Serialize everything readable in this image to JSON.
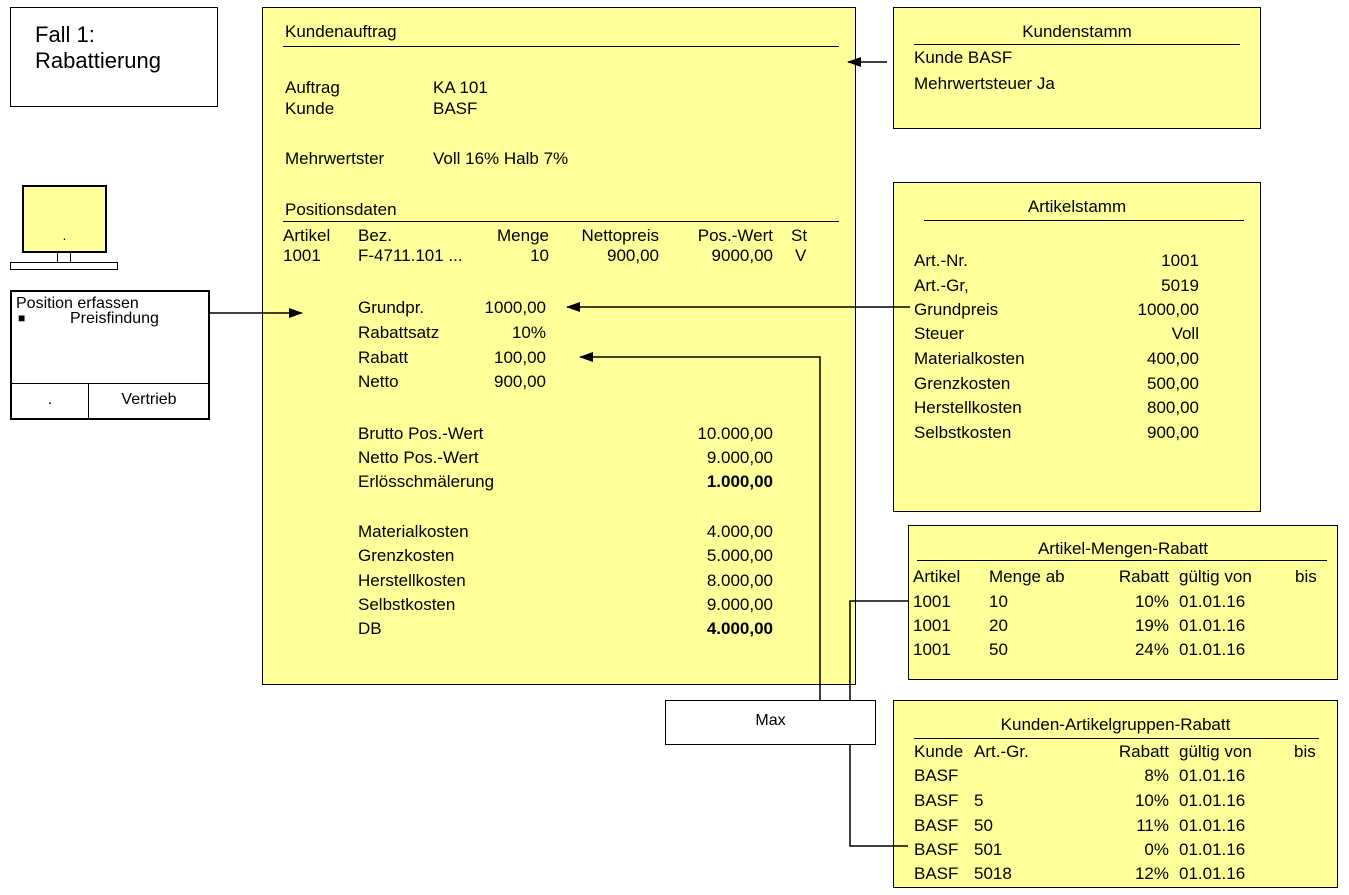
{
  "fall": {
    "line1": "Fall 1:",
    "line2": "Rabattierung"
  },
  "auftrag": {
    "title": "Kundenauftrag",
    "auftrag_label": "Auftrag",
    "auftrag_value": "KA 101",
    "kunde_label": "Kunde",
    "kunde_value": "BASF",
    "mwst_label": "Mehrwertster",
    "mwst_value": "Voll 16% Halb 7%",
    "pos_title": "Positionsdaten",
    "pos_headers": [
      "Artikel",
      "Bez.",
      "Menge",
      "Nettopreis",
      "Pos.-Wert",
      "St"
    ],
    "pos_row": [
      "1001",
      "F-4711.101 ...",
      "10",
      "900,00",
      "9000,00",
      "V"
    ],
    "calc": [
      {
        "label": "Grundpr.",
        "value": "1000,00"
      },
      {
        "label": "Rabattsatz",
        "value": "10%"
      },
      {
        "label": "Rabatt",
        "value": "100,00"
      },
      {
        "label": "Netto",
        "value": "900,00"
      }
    ],
    "sums": [
      {
        "label": "Brutto Pos.-Wert",
        "value": "10.000,00"
      },
      {
        "label": "Netto Pos.-Wert",
        "value": "9.000,00"
      },
      {
        "label": "Erlösschmälerung",
        "value": "1.000,00"
      }
    ],
    "costs": [
      {
        "label": "Materialkosten",
        "value": "4.000,00"
      },
      {
        "label": "Grenzkosten",
        "value": "5.000,00"
      },
      {
        "label": "Herstellkosten",
        "value": "8.000,00"
      },
      {
        "label": "Selbstkosten",
        "value": "9.000,00"
      },
      {
        "label": "DB",
        "value": "4.000,00"
      }
    ]
  },
  "kundenstamm": {
    "title": "Kundenstamm",
    "line1": "Kunde BASF",
    "line2": "Mehrwertsteuer Ja"
  },
  "artikelstamm": {
    "title": "Artikelstamm",
    "rows": [
      {
        "label": "Art.-Nr.",
        "value": "1001"
      },
      {
        "label": "Art.-Gr,",
        "value": "5019"
      },
      {
        "label": "Grundpreis",
        "value": "1000,00"
      },
      {
        "label": "Steuer",
        "value": "Voll"
      },
      {
        "label": "Materialkosten",
        "value": "400,00"
      },
      {
        "label": "Grenzkosten",
        "value": "500,00"
      },
      {
        "label": "Herstellkosten",
        "value": "800,00"
      },
      {
        "label": "Selbstkosten",
        "value": "900,00"
      }
    ]
  },
  "amr": {
    "title": "Artikel-Mengen-Rabatt",
    "headers": [
      "Artikel",
      "Menge ab",
      "Rabatt",
      "gültig von",
      "bis"
    ],
    "rows": [
      [
        "1001",
        "10",
        "10%",
        "01.01.16"
      ],
      [
        "1001",
        "20",
        "19%",
        "01.01.16"
      ],
      [
        "1001",
        "50",
        "24%",
        "01.01.16"
      ]
    ]
  },
  "kar": {
    "title": "Kunden-Artikelgruppen-Rabatt",
    "headers": [
      "Kunde",
      "Art.-Gr.",
      "Rabatt",
      "gültig von",
      "bis"
    ],
    "rows": [
      [
        "BASF",
        "",
        "8%",
        "01.01.16"
      ],
      [
        "BASF",
        "5",
        "10%",
        "01.01.16"
      ],
      [
        "BASF",
        "50",
        "11%",
        "01.01.16"
      ],
      [
        "BASF",
        "501",
        "0%",
        "01.01.16"
      ],
      [
        "BASF",
        "5018",
        "12%",
        "01.01.16"
      ]
    ]
  },
  "terminal": {
    "screen_text": ".",
    "menu_title": "Position erfassen",
    "menu_item": "Preisfindung",
    "tab_left": ".",
    "tab_right": "Vertrieb"
  },
  "max_label": "Max"
}
